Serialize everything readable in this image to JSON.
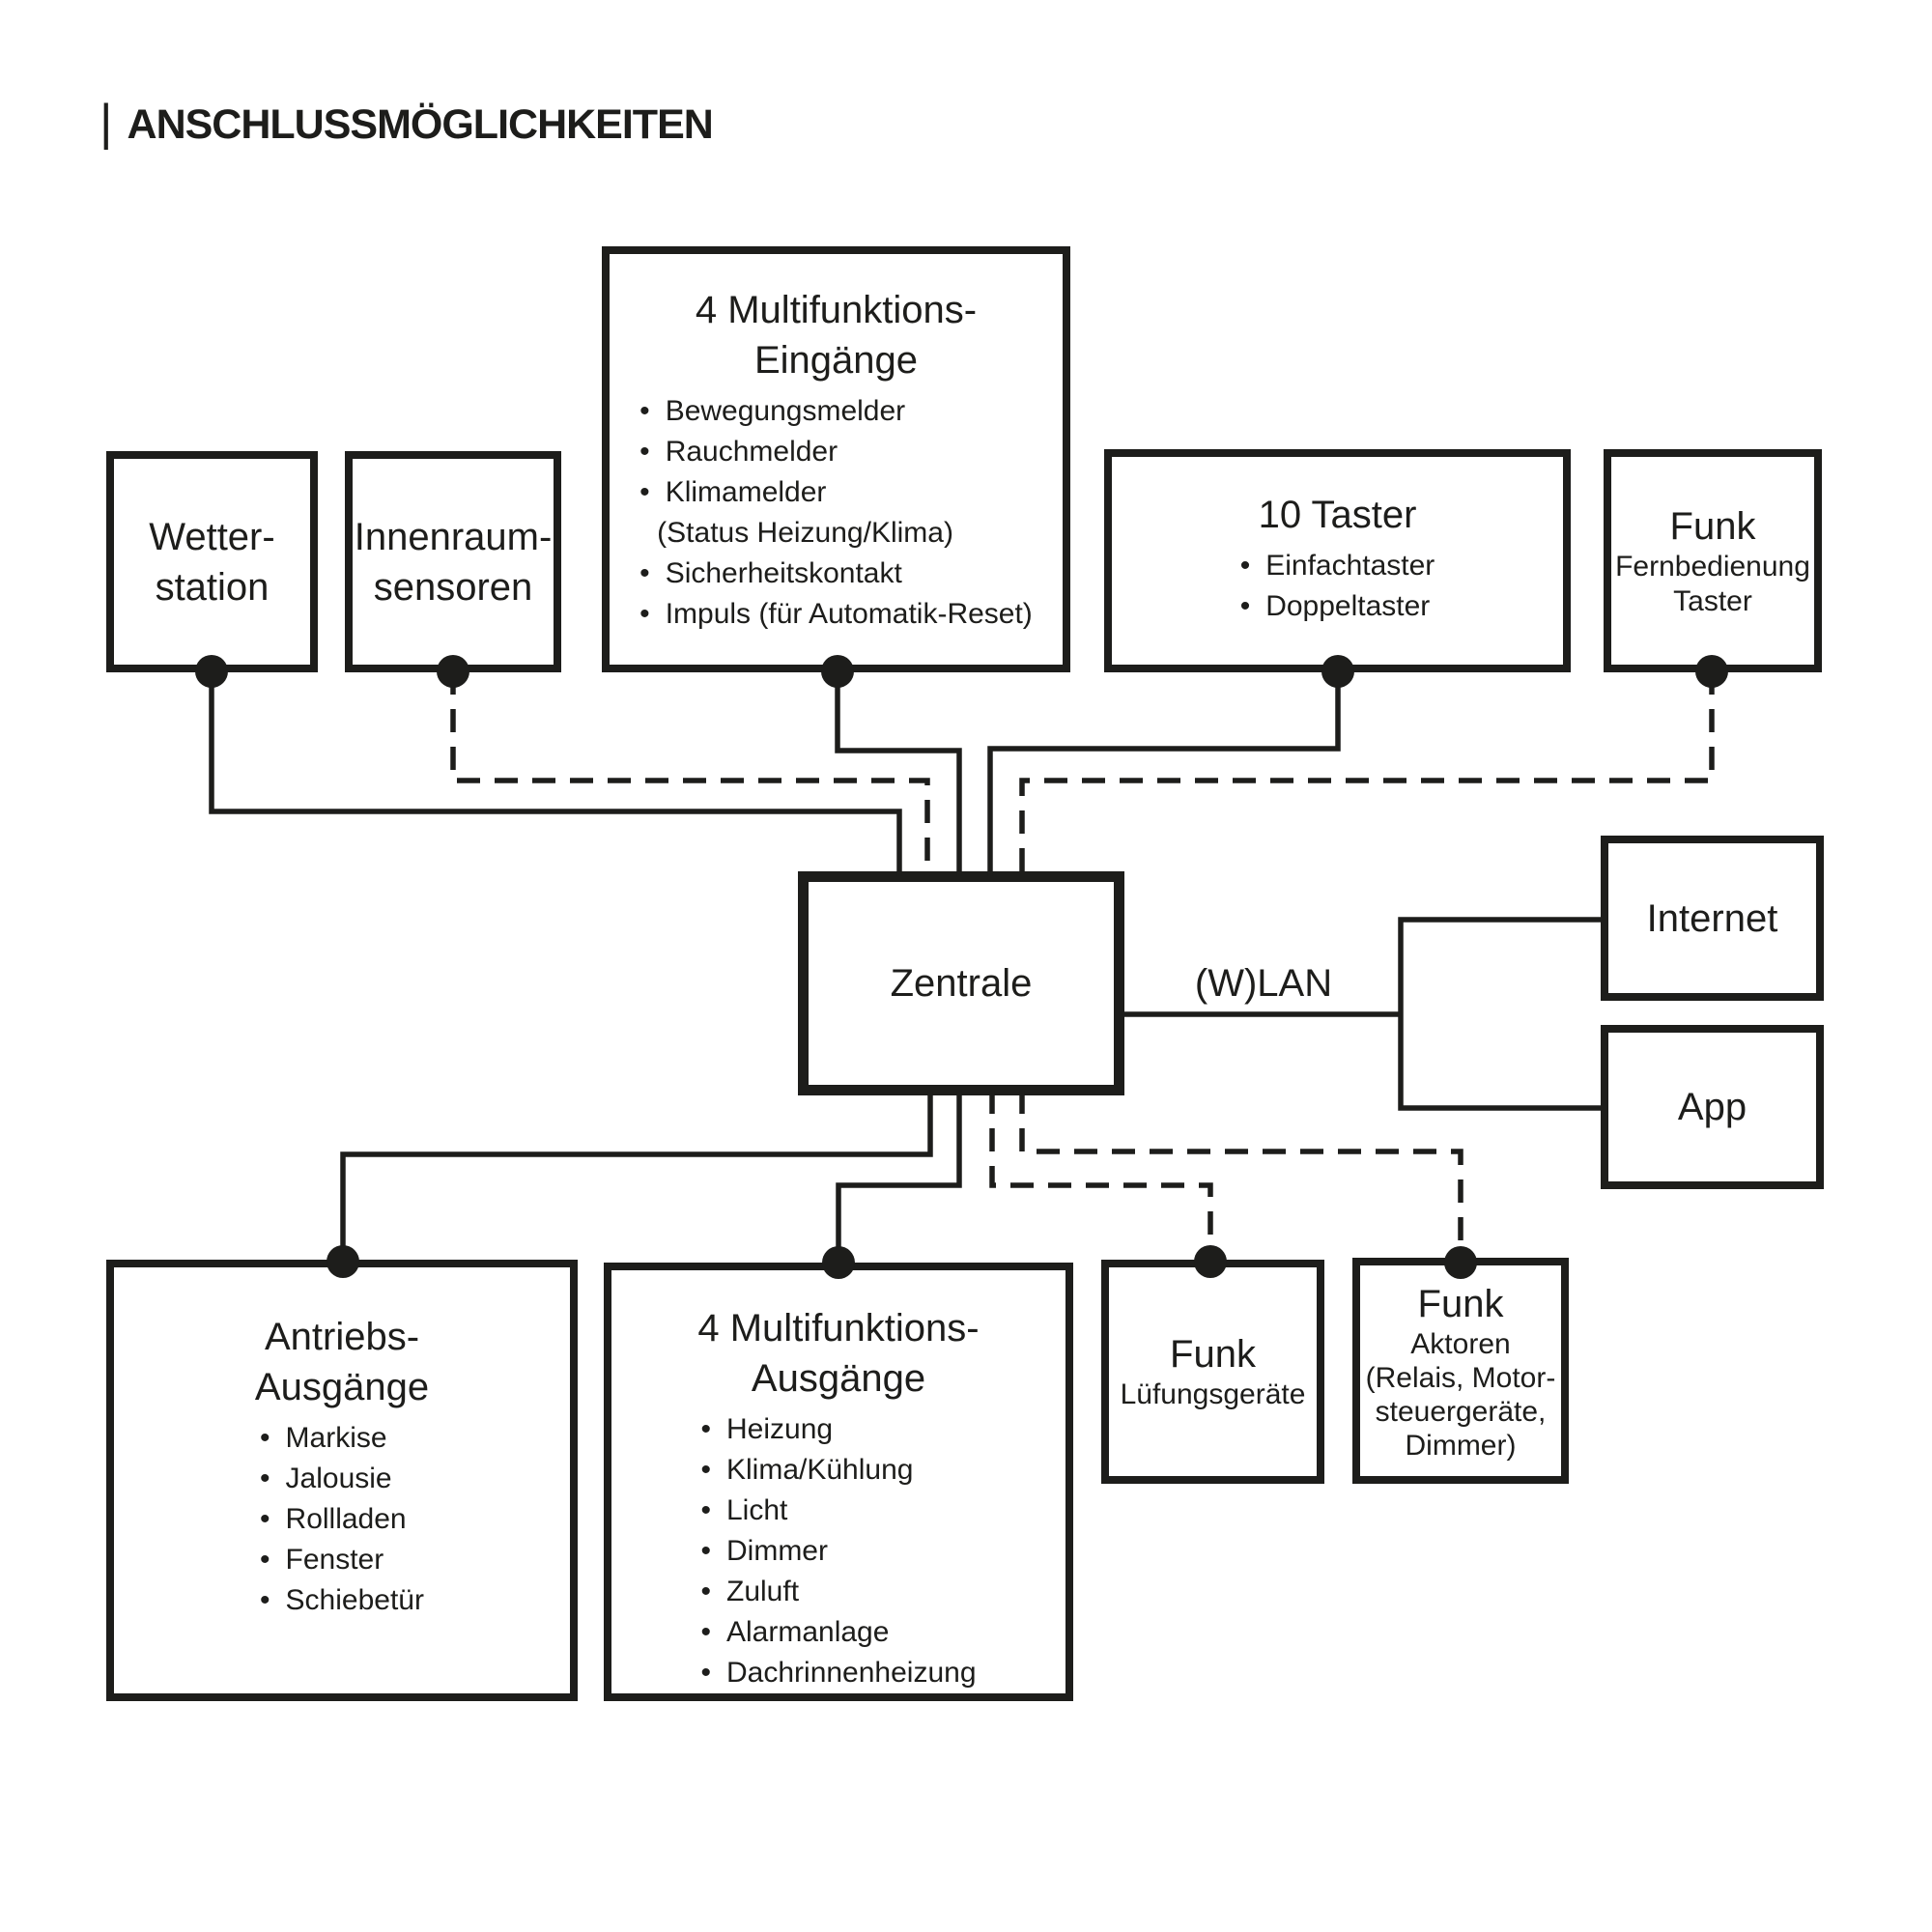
{
  "header": {
    "bar_mark": "|",
    "title": "ANSCHLUSSMÖGLICHKEITEN"
  },
  "ui": {
    "bullet": "•"
  },
  "colors": {
    "ink": "#1d1d1b",
    "background": "#ffffff"
  },
  "nodes": {
    "wetterstation": {
      "lines": [
        "Wetter-",
        "station"
      ]
    },
    "innenraumsensoren": {
      "lines": [
        "Innenraum-",
        "sensoren"
      ]
    },
    "multifunktions_eingaenge": {
      "title_lines": [
        "4 Multifunktions-",
        "Eingänge"
      ],
      "items": [
        "Bewegungsmelder",
        "Rauchmelder",
        "Klimamelder",
        "(Status Heizung/Klima)",
        "Sicherheitskontakt",
        "Impuls (für Automatik-Reset)"
      ]
    },
    "zehn_taster": {
      "title": "10 Taster",
      "items": [
        "Einfachtaster",
        "Doppeltaster"
      ]
    },
    "funk_fernbedienung_taster": {
      "title": "Funk",
      "lines": [
        "Fernbedienung",
        "Taster"
      ]
    },
    "zentrale": {
      "title": "Zentrale"
    },
    "internet": {
      "title": "Internet"
    },
    "app": {
      "title": "App"
    },
    "antriebs_ausgaenge": {
      "title_lines": [
        "Antriebs-",
        "Ausgänge"
      ],
      "items": [
        "Markise",
        "Jalousie",
        "Rollladen",
        "Fenster",
        "Schiebetür"
      ]
    },
    "multifunktions_ausgaenge": {
      "title_lines": [
        "4 Multifunktions-",
        "Ausgänge"
      ],
      "items": [
        "Heizung",
        "Klima/Kühlung",
        "Licht",
        "Dimmer",
        "Zuluft",
        "Alarmanlage",
        "Dachrinnenheizung"
      ]
    },
    "funk_lueftungsgeraete": {
      "title": "Funk",
      "lines": [
        "Lüfungsgeräte"
      ]
    },
    "funk_aktoren": {
      "title": "Funk",
      "lines": [
        "Aktoren",
        "(Relais, Motor-",
        "steuergeräte,",
        "Dimmer)"
      ]
    }
  },
  "wlan": {
    "label": "(W)LAN"
  },
  "connections": [
    {
      "from": "Wetterstation",
      "to": "Zentrale",
      "style": "solid"
    },
    {
      "from": "Innenraumsensoren",
      "to": "Zentrale",
      "style": "dashed"
    },
    {
      "from": "4 Multifunktions-Eingänge",
      "to": "Zentrale",
      "style": "solid"
    },
    {
      "from": "10 Taster",
      "to": "Zentrale",
      "style": "solid"
    },
    {
      "from": "Funk Fernbedienung Taster",
      "to": "Zentrale",
      "style": "dashed"
    },
    {
      "from": "Zentrale",
      "to": "Antriebs-Ausgänge",
      "style": "solid"
    },
    {
      "from": "Zentrale",
      "to": "4 Multifunktions-Ausgänge",
      "style": "solid"
    },
    {
      "from": "Zentrale",
      "to": "Funk Lüfungsgeräte",
      "style": "dashed"
    },
    {
      "from": "Zentrale",
      "to": "Funk Aktoren",
      "style": "dashed"
    },
    {
      "from": "Zentrale",
      "to": "Internet",
      "style": "solid",
      "label": "(W)LAN"
    },
    {
      "from": "Zentrale",
      "to": "App",
      "style": "solid",
      "label": "(W)LAN"
    }
  ]
}
